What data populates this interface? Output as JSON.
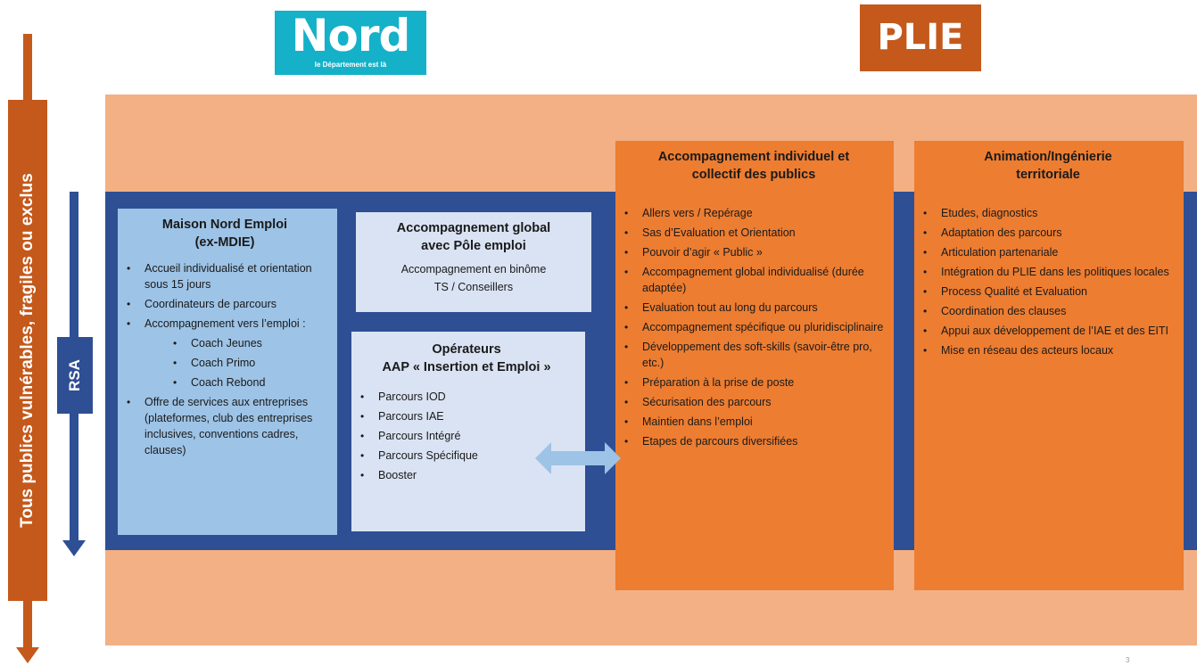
{
  "logos": {
    "nord": "Nord",
    "nord_tagline": "le Département est là",
    "plie": "PLIE"
  },
  "left_arrow_label": "Tous publics vulnérables, fragiles ou exclus",
  "rsa_label": "RSA",
  "maison_nord_emploi": {
    "title_line1": "Maison Nord Emploi",
    "title_line2": "(ex-MDIE)",
    "items": [
      "Accueil individualisé et orientation sous 15 jours",
      "Coordinateurs de parcours",
      "Accompagnement vers l’emploi :",
      "Coach Jeunes",
      "Coach Primo",
      "Coach Rebond",
      "Offre de services aux entreprises (plateformes, club des entreprises inclusives, conventions cadres, clauses)"
    ]
  },
  "pole_emploi": {
    "title_line1": "Accompagnement global",
    "title_line2": "avec Pôle emploi",
    "sub_line1": "Accompagnement en binôme",
    "sub_line2": "TS / Conseillers"
  },
  "operateurs": {
    "title_line1": "Opérateurs",
    "title_line2": "AAP « Insertion et Emploi »",
    "items": [
      "Parcours IOD",
      "Parcours IAE",
      "Parcours Intégré",
      "Parcours Spécifique",
      "Booster"
    ]
  },
  "accompagnement": {
    "title_line1": "Accompagnement individuel et",
    "title_line2": "collectif des publics",
    "items": [
      "Allers vers / Repérage",
      "Sas d’Evaluation et Orientation",
      "Pouvoir d’agir « Public »",
      "Accompagnement global individualisé (durée adaptée)",
      "Evaluation tout au long du parcours",
      "Accompagnement spécifique ou pluridisciplinaire",
      "Développement des soft-skills (savoir-être pro, etc.)",
      "Préparation à la prise de poste",
      "Sécurisation des parcours",
      "Maintien dans l’emploi",
      "Etapes de parcours diversifiées"
    ]
  },
  "animation": {
    "title_line1": "Animation/Ingénierie",
    "title_line2": "territoriale",
    "items": [
      "Etudes, diagnostics",
      "Adaptation des parcours",
      "Articulation partenariale",
      "Intégration du PLIE dans les politiques locales",
      "Process Qualité et Evaluation",
      "Coordination des clauses",
      "Appui aux développement de l’IAE et des EITI",
      "Mise en réseau des acteurs locaux"
    ]
  },
  "page_number": "3",
  "colors": {
    "orange_dark": "#c4591b",
    "orange": "#ed7d31",
    "peach": "#f2b084",
    "navy": "#2e4f94",
    "light_blue": "#9dc3e6",
    "pale_blue": "#dae3f3",
    "teal": "#14b1c9"
  }
}
